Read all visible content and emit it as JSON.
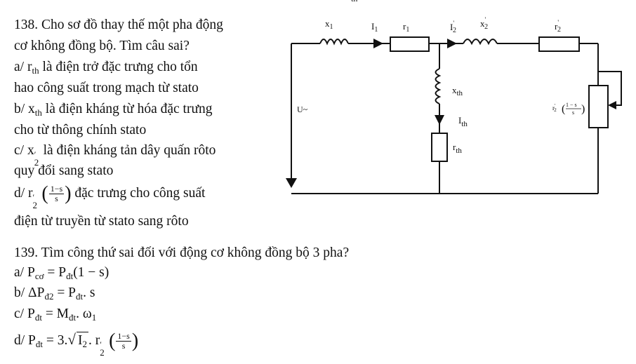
{
  "top_fragment": "th",
  "q138": {
    "lines": [
      "138. Cho sơ đồ thay thế một pha động",
      "cơ không đồng bộ. Tìm câu sai?",
      "là điện trở đặc trưng cho tổn",
      "hao công suất trong mạch từ stato",
      "là điện kháng từ hóa đặc trưng",
      "cho từ thông chính stato",
      "là điện kháng tản dây quấn rôto",
      "quy đổi sang stato",
      "đặc trưng cho công suất",
      "điện từ truyền từ stato sang rôto"
    ],
    "options": {
      "a_prefix": "a/",
      "a_sym": "r",
      "a_sub": "th",
      "b_prefix": "b/",
      "b_sym": "x",
      "b_sub": "th",
      "c_prefix": "c/",
      "c_sym": "x",
      "c_sup": "′",
      "c_sub": "2",
      "d_prefix": "d/",
      "d_sym": "r",
      "d_sup": "′",
      "d_sub": "2",
      "d_num": "1−s",
      "d_den": "s"
    }
  },
  "circuit": {
    "x1": "x",
    "x1_sub": "1",
    "I1": "I",
    "I1_sub": "1",
    "r1": "r",
    "r1_sub": "1",
    "I2p": "I",
    "I2p_sup": "'",
    "I2p_sub": "2",
    "x2p": "x",
    "x2p_sup": "'",
    "x2p_sub": "2",
    "r2p": "r",
    "r2p_sup": "'",
    "r2p_sub": "2",
    "xth": "x",
    "xth_sub": "th",
    "Ith": "I",
    "Ith_sub": "th",
    "rth": "r",
    "rth_sub": "th",
    "U": "U~",
    "load_r": "r",
    "load_sup": "'",
    "load_sub": "2",
    "load_num": "1 − s",
    "load_den": "s"
  },
  "q139": {
    "title": "139. Tìm công thứ sai đối với động cơ không đồng bộ 3 pha?",
    "a_prefix": "a/",
    "a_lhs": "P",
    "a_lhs_sub": "cơ",
    "a_eq": " = P",
    "a_rhs_sub": "đt",
    "a_tail": "(1 − s)",
    "b_prefix": "b/",
    "b_lhs": "ΔP",
    "b_lhs_sub": "đ2",
    "b_eq": " = P",
    "b_rhs_sub": "đt",
    "b_tail": ". s",
    "c_prefix": "c/",
    "c_lhs": "P",
    "c_lhs_sub": "đt",
    "c_eq": " = M",
    "c_rhs_sub": "đt",
    "c_tail": ". ω",
    "c_tail_sub": "1",
    "d_prefix": "d/",
    "d_lhs": "P",
    "d_lhs_sub": "đt",
    "d_eq": " = 3.",
    "d_sqrt": "I",
    "d_sqrt_sub": "2",
    "d_mid": ". r",
    "d_mid_sup": "′",
    "d_mid_sub": "2",
    "d_num": "1−s",
    "d_den": "s"
  }
}
